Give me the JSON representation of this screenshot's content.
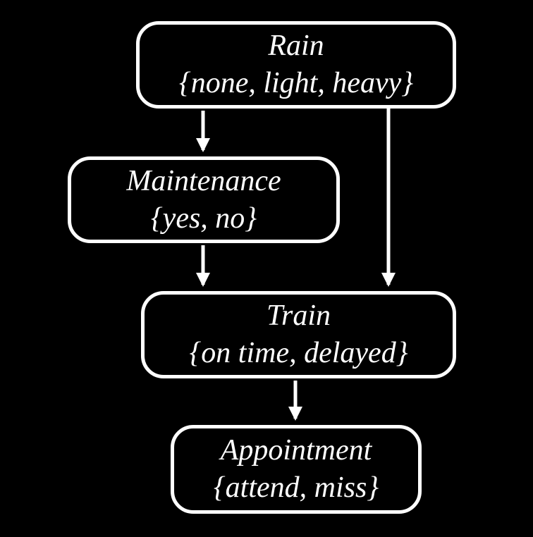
{
  "diagram": {
    "type": "bayesian-network",
    "colors": {
      "background": "#000000",
      "node_fill": "#000000",
      "node_border": "#ffffff",
      "text": "#ffffff",
      "arrow": "#ffffff"
    },
    "nodes": [
      {
        "id": "rain",
        "name": "Rain",
        "values": "{none, light, heavy}"
      },
      {
        "id": "maintenance",
        "name": "Maintenance",
        "values": "{yes, no}"
      },
      {
        "id": "train",
        "name": "Train",
        "values": "{on time, delayed}"
      },
      {
        "id": "appointment",
        "name": "Appointment",
        "values": "{attend, miss}"
      }
    ],
    "edges": [
      {
        "from": "rain",
        "to": "maintenance"
      },
      {
        "from": "rain",
        "to": "train"
      },
      {
        "from": "maintenance",
        "to": "train"
      },
      {
        "from": "train",
        "to": "appointment"
      }
    ]
  }
}
